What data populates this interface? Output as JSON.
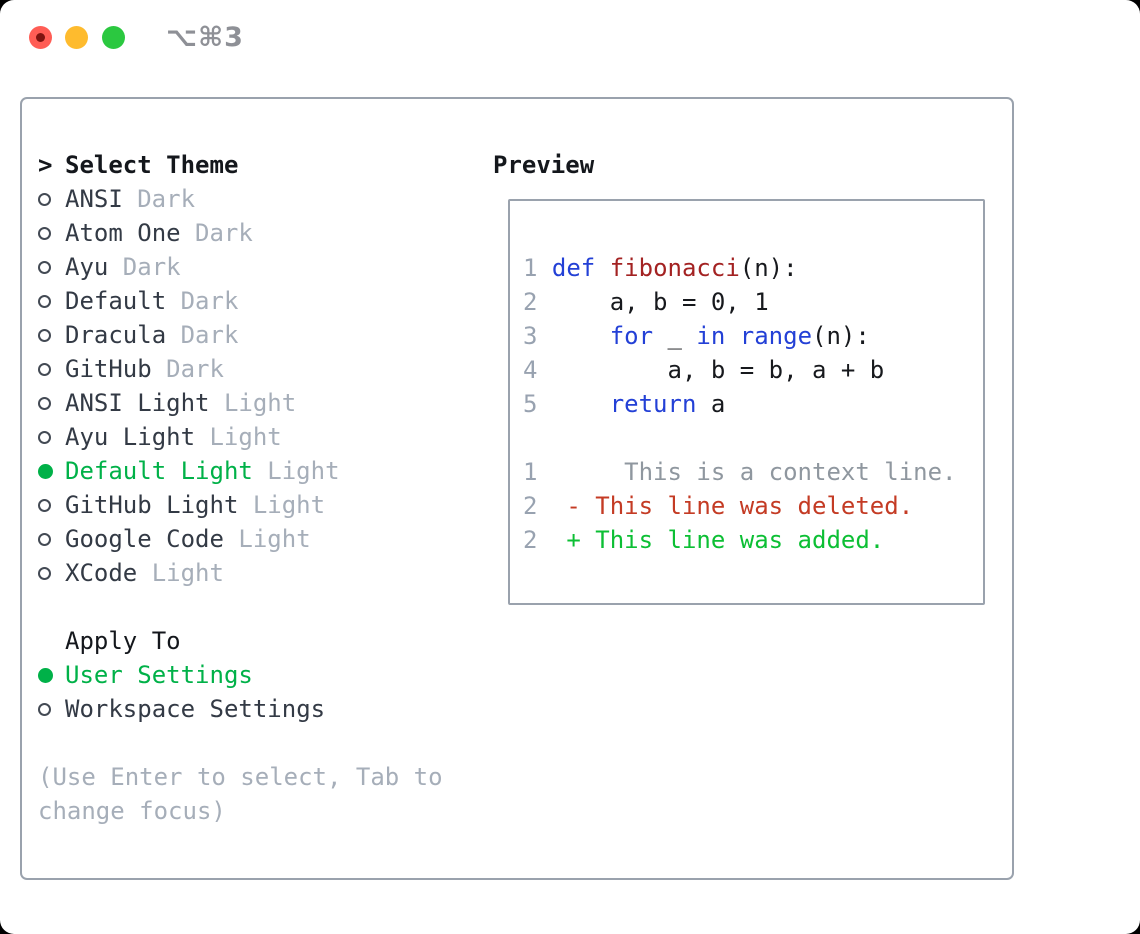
{
  "window": {
    "title": "⌥⌘3",
    "traffic_lights": [
      "close",
      "minimize",
      "zoom"
    ],
    "traffic_colors": {
      "close": "#ff5d55",
      "minimize": "#febb2e",
      "zoom": "#2bc840"
    }
  },
  "panel": {
    "prompt": ">",
    "title": "Select Theme",
    "themes": [
      {
        "name": "ANSI",
        "variant": "Dark",
        "selected": false
      },
      {
        "name": "Atom One",
        "variant": "Dark",
        "selected": false
      },
      {
        "name": "Ayu",
        "variant": "Dark",
        "selected": false
      },
      {
        "name": "Default",
        "variant": "Dark",
        "selected": false
      },
      {
        "name": "Dracula",
        "variant": "Dark",
        "selected": false
      },
      {
        "name": "GitHub",
        "variant": "Dark",
        "selected": false
      },
      {
        "name": "ANSI Light",
        "variant": "Light",
        "selected": false
      },
      {
        "name": "Ayu Light",
        "variant": "Light",
        "selected": false
      },
      {
        "name": "Default Light",
        "variant": "Light",
        "selected": true
      },
      {
        "name": "GitHub Light",
        "variant": "Light",
        "selected": false
      },
      {
        "name": "Google Code",
        "variant": "Light",
        "selected": false
      },
      {
        "name": "XCode",
        "variant": "Light",
        "selected": false
      }
    ],
    "apply_to": {
      "label": "Apply To",
      "options": [
        {
          "name": "User Settings",
          "selected": true
        },
        {
          "name": "Workspace Settings",
          "selected": false
        }
      ]
    },
    "help_lines": [
      "(Use Enter to select, Tab to",
      "change focus)"
    ]
  },
  "preview": {
    "label": "Preview",
    "code_lines": [
      {
        "num": "1",
        "tokens": [
          {
            "text": "def",
            "cls": "kw"
          },
          {
            "text": " ",
            "cls": "plain"
          },
          {
            "text": "fibonacci",
            "cls": "fn"
          },
          {
            "text": "(n):",
            "cls": "plain"
          }
        ]
      },
      {
        "num": "2",
        "tokens": [
          {
            "text": "    a, b = 0, 1",
            "cls": "plain"
          }
        ]
      },
      {
        "num": "3",
        "tokens": [
          {
            "text": "    ",
            "cls": "plain"
          },
          {
            "text": "for",
            "cls": "kw"
          },
          {
            "text": " _ ",
            "cls": "plain"
          },
          {
            "text": "in",
            "cls": "kw"
          },
          {
            "text": " ",
            "cls": "plain"
          },
          {
            "text": "range",
            "cls": "kw"
          },
          {
            "text": "(n):",
            "cls": "plain"
          }
        ]
      },
      {
        "num": "4",
        "tokens": [
          {
            "text": "        a, b = b, a + b",
            "cls": "plain"
          }
        ]
      },
      {
        "num": "5",
        "tokens": [
          {
            "text": "    ",
            "cls": "plain"
          },
          {
            "text": "return",
            "cls": "kw"
          },
          {
            "text": " a",
            "cls": "plain"
          }
        ]
      }
    ],
    "diff_lines": [
      {
        "num": "1",
        "kind": "context",
        "text": "     This is a context line."
      },
      {
        "num": "2",
        "kind": "deleted",
        "text": " - This line was deleted."
      },
      {
        "num": "2",
        "kind": "added",
        "text": " + This line was added."
      }
    ]
  },
  "colors": {
    "selected_green": "#00b148",
    "added_green": "#0cbf34",
    "deleted_red": "#c43b24",
    "keyword_blue": "#2340d6",
    "function_red": "#a32222",
    "muted_gray": "#a6aeb9",
    "line_number_gray": "#98a2b0",
    "border_gray": "#9aa2ad",
    "text_dark": "#333a45"
  }
}
